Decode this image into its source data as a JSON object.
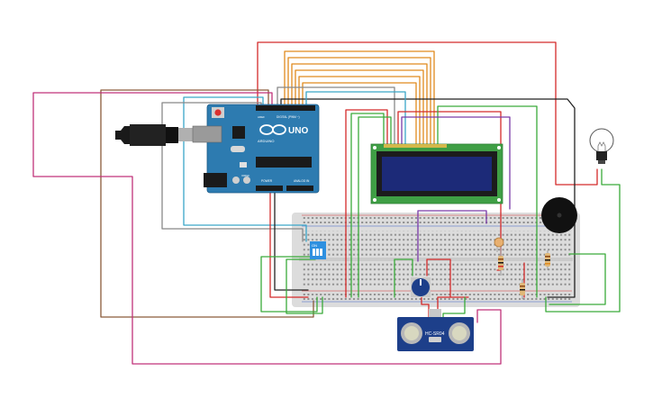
{
  "arduino": {
    "logo_text": "UNO",
    "brand_text": "ARDUINO",
    "digital_label": "DIGITAL (PWM ~)",
    "power_label": "POWER",
    "analog_label": "ANALOG IN",
    "aref_label": "AREF",
    "gnd_label": "GND",
    "ioref_label": "IOREF",
    "reset_label": "RESET"
  },
  "ultrasonic": {
    "label": "HC-SR04"
  },
  "dip_switch": {
    "label": "ON"
  },
  "colors": {
    "board": "#2d7bb0",
    "breadboard": "#dcdcdc",
    "lcd_pcb": "#3f9f45",
    "lcd_screen": "#1c2a78",
    "wire_red": "#d42a2a",
    "wire_orange": "#e08a1e",
    "wire_green": "#3aaa3a",
    "wire_brown": "#8a5a3a",
    "wire_magenta": "#c0337a",
    "wire_purple": "#7a3aa8",
    "wire_cyan": "#3aa6c8",
    "wire_black": "#222222",
    "wire_gray": "#888888"
  }
}
